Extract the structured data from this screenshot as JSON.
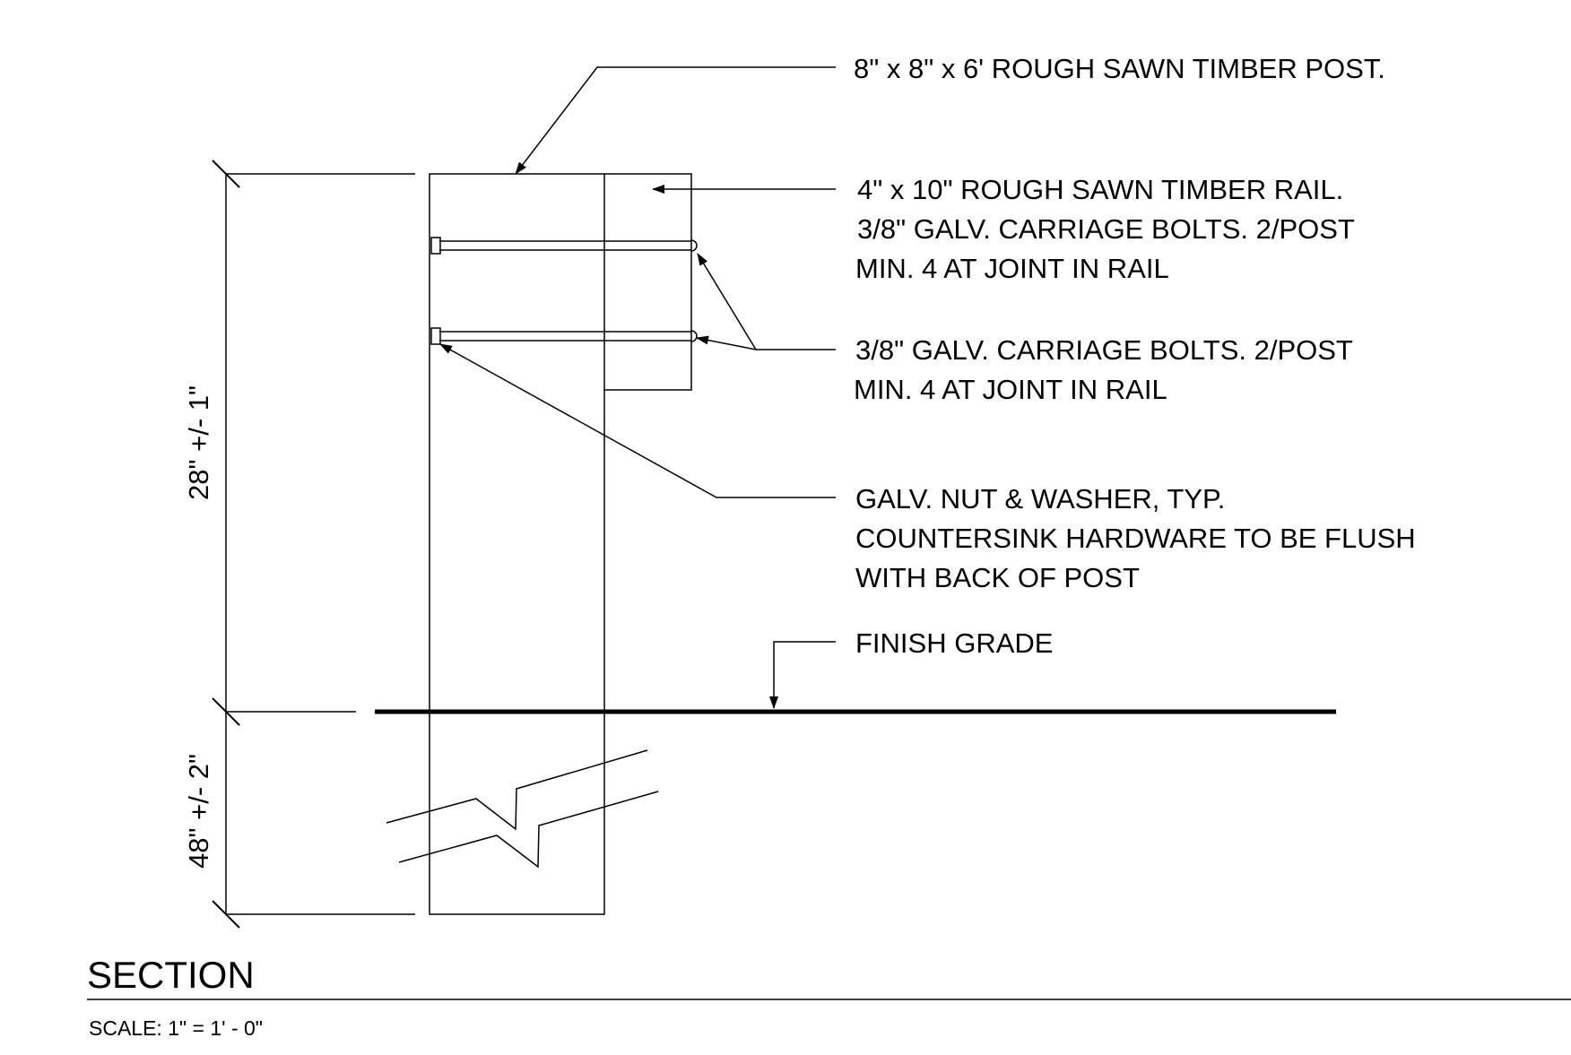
{
  "drawing": {
    "title": "SECTION",
    "scale": "SCALE: 1\" = 1' - 0\""
  },
  "notes": {
    "post": "8\" x 8\" x 6' ROUGH SAWN TIMBER POST.",
    "rail_1": "4\" x 10\" ROUGH SAWN TIMBER RAIL.",
    "rail_2": "3/8\" GALV. CARRIAGE BOLTS. 2/POST",
    "rail_3": "MIN. 4 AT JOINT IN RAIL",
    "bolts_1": "3/8\" GALV. CARRIAGE BOLTS. 2/POST",
    "bolts_2": "MIN. 4 AT JOINT IN RAIL",
    "nut_1": "GALV. NUT & WASHER, TYP.",
    "nut_2": "COUNTERSINK HARDWARE TO BE FLUSH",
    "nut_3": "WITH BACK OF POST",
    "grade": "FINISH GRADE"
  },
  "dimensions": {
    "above_grade": "28\" +/- 1\"",
    "below_grade": "48\" +/- 2\""
  }
}
